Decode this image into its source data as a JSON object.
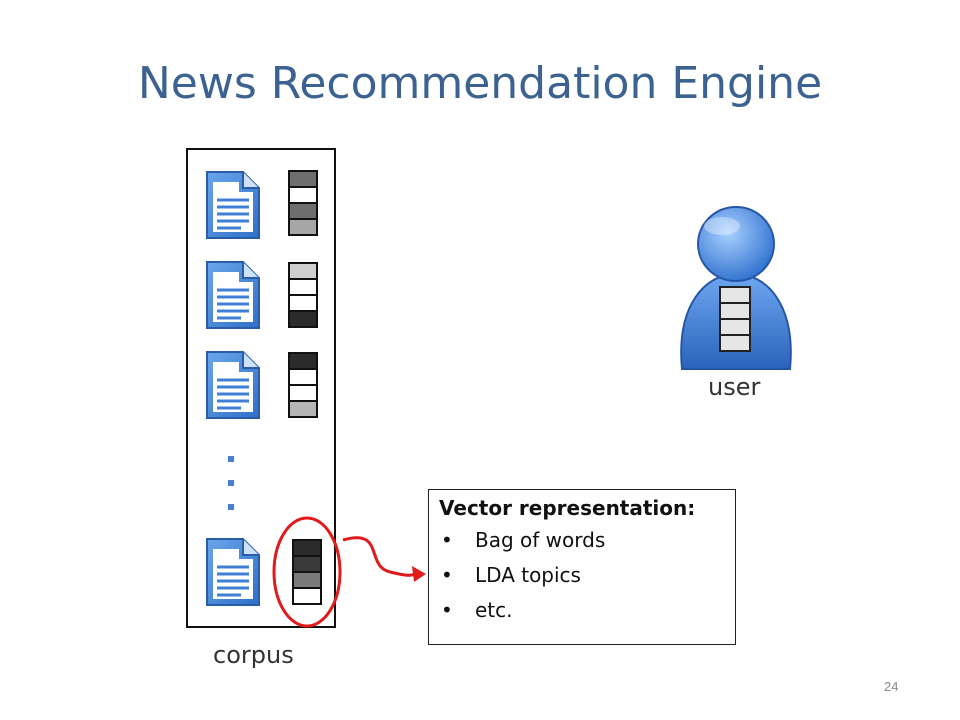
{
  "title": "News Recommendation Engine",
  "corpus": {
    "label": "corpus",
    "documents": [
      {
        "icon": "document-icon",
        "vector": [
          "#6e6e6e",
          "#ffffff",
          "#6e6e6e",
          "#a6a6a6"
        ]
      },
      {
        "icon": "document-icon",
        "vector": [
          "#cfcfcf",
          "#ffffff",
          "#ffffff",
          "#2b2b2b"
        ]
      },
      {
        "icon": "document-icon",
        "vector": [
          "#2b2b2b",
          "#ffffff",
          "#ffffff",
          "#b5b5b5"
        ]
      },
      {
        "icon": "document-icon",
        "vector": [
          "#2b2b2b",
          "#3a3a3a",
          "#7a7a7a",
          "#ffffff"
        ]
      }
    ],
    "ellipsis_icon": "vertical-ellipsis-icon"
  },
  "user": {
    "label": "user",
    "icon": "user-icon",
    "vector": [
      "#e6e6e6",
      "#e6e6e6",
      "#e6e6e6",
      "#e6e6e6"
    ]
  },
  "info": {
    "heading": "Vector representation:",
    "bullets": [
      "Bag of words",
      "LDA topics",
      "etc."
    ]
  },
  "page_number": "24",
  "colors": {
    "title": "#3b6290",
    "highlight": "#e01b1b",
    "document_blue": "#3f7fd6",
    "user_blue": "#4a8bdc"
  }
}
